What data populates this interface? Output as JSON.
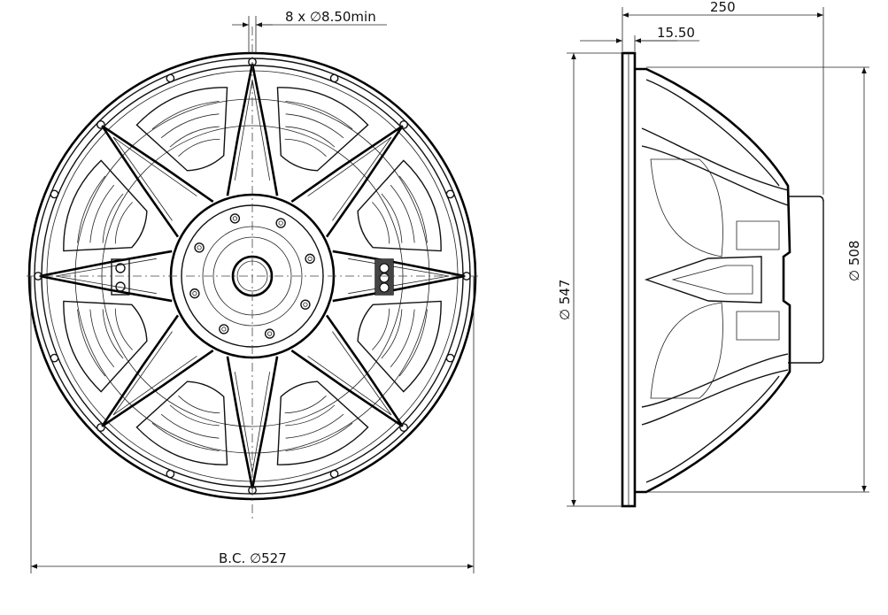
{
  "dimensions": {
    "hole_spec": "8 x ∅8.50min",
    "depth": "250",
    "flange_thickness": "15.50",
    "outer_diameter": "∅ 547",
    "basket_diameter": "∅ 508",
    "bolt_circle": "B.C. ∅527"
  },
  "colors": {
    "line": "#111111",
    "background": "#ffffff"
  }
}
